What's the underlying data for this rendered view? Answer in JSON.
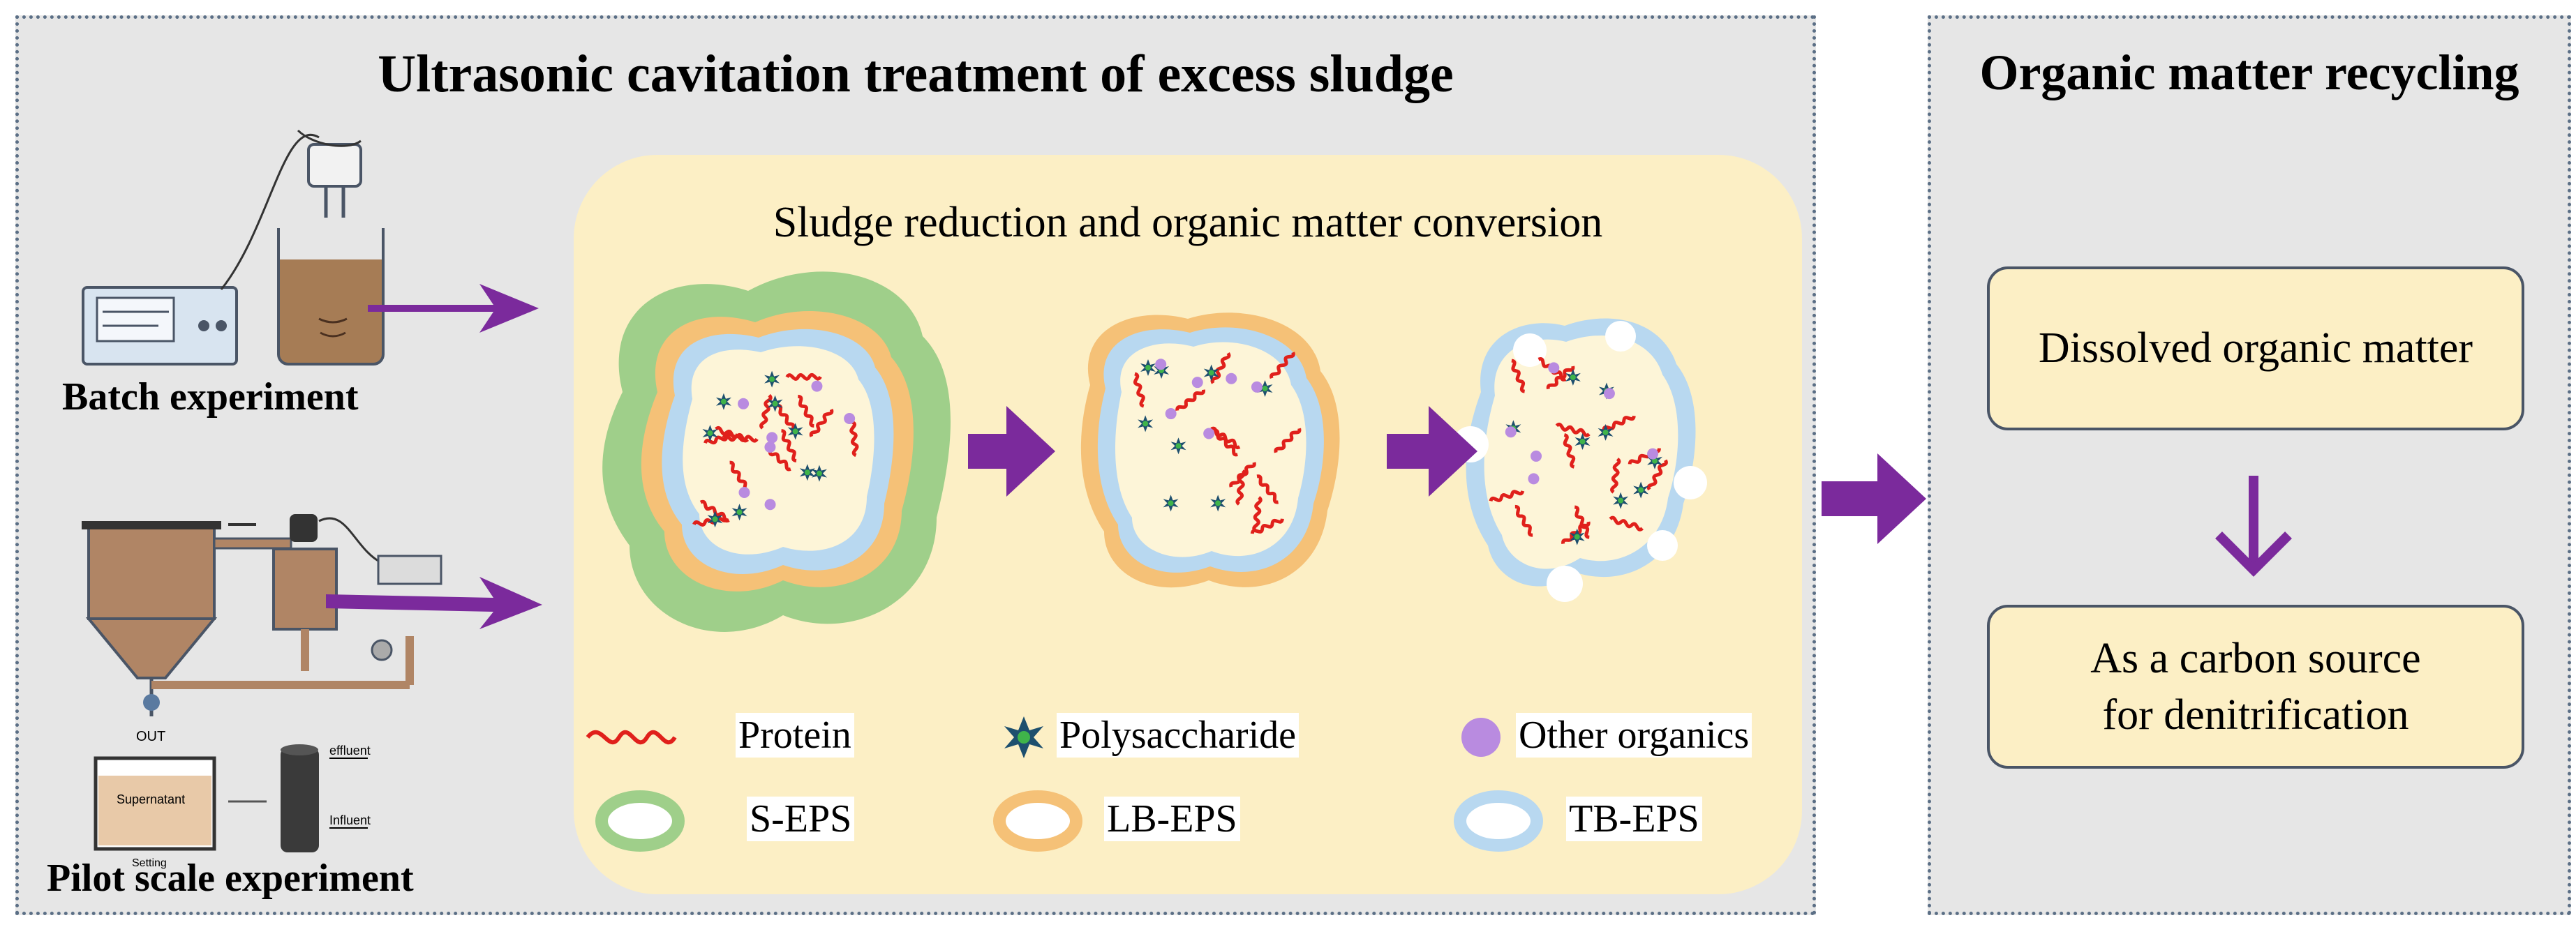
{
  "left_panel": {
    "title": "Ultrasonic cavitation treatment of excess sludge",
    "batch_label": "Batch experiment",
    "pilot_label": "Pilot scale experiment",
    "equipment_text": {
      "out": "OUT",
      "supernatant": "Supernatant",
      "setting": "Setting",
      "effluent": "effluent",
      "influent": "Influent"
    },
    "inner": {
      "heading": "Sludge reduction and organic matter conversion",
      "legend": {
        "protein": "Protein",
        "polysaccharide": "Polysaccharide",
        "other_organics": "Other organics",
        "s_eps": "S-EPS",
        "lb_eps": "LB-EPS",
        "tb_eps": "TB-EPS"
      }
    }
  },
  "right_panel": {
    "title": "Organic matter recycling",
    "box_top": "Dissolved organic matter",
    "box_bottom_line1": "As a carbon source",
    "box_bottom_line2": "for denitrification"
  },
  "colors": {
    "panel_bg": "#e6e6e6",
    "inner_bg": "#fcefc5",
    "arrow": "#7b2a9c",
    "protein": "#e0201b",
    "polysaccharide": "#2e7d74",
    "other_organics": "#b98be0",
    "s_eps": "#9fcf8a",
    "lb_eps": "#f5c177",
    "tb_eps": "#b8d8f0",
    "core": "#fdf5d8"
  }
}
